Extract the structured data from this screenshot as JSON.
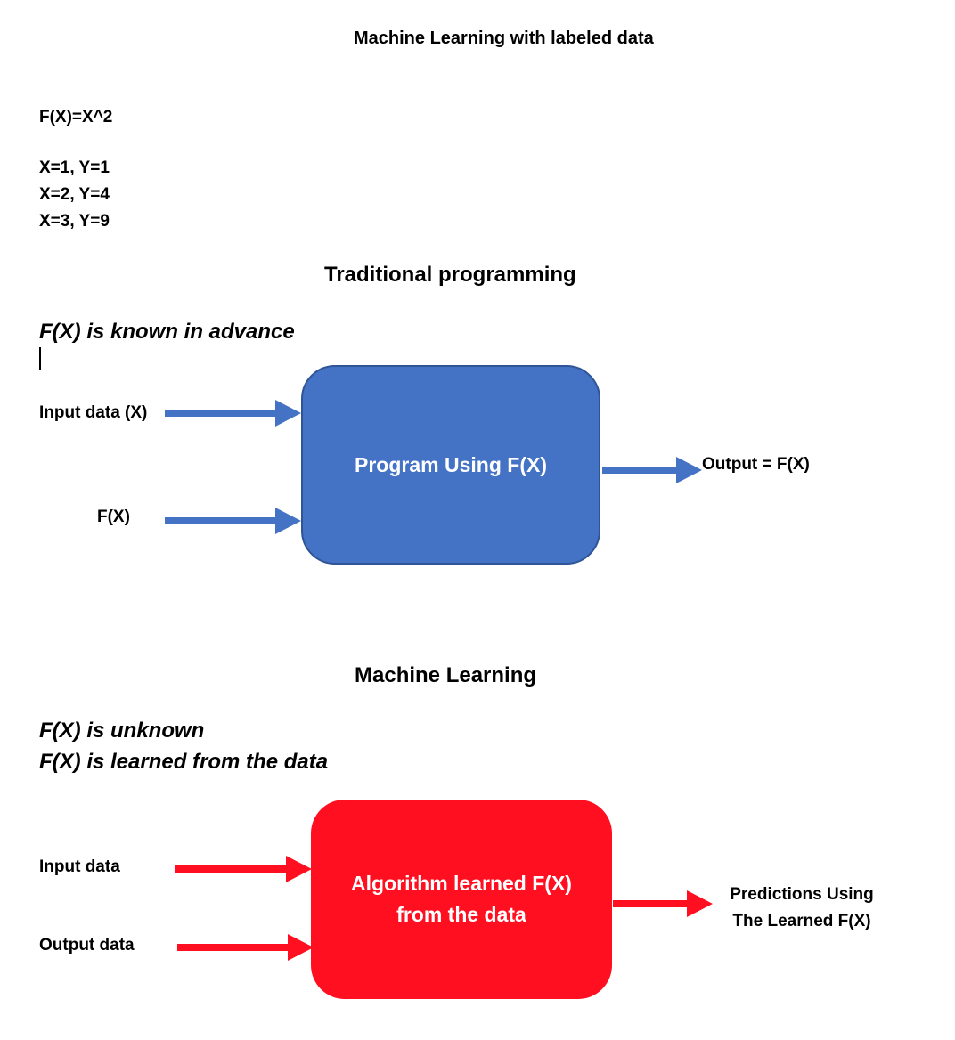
{
  "title": "Machine Learning with labeled data",
  "function_def": "F(X)=X^2",
  "examples": [
    "X=1, Y=1",
    "X=2, Y=4",
    "X=3, Y=9"
  ],
  "colors": {
    "traditional": "#4472C4",
    "ml": "#FF0F1F",
    "text": "#000000"
  },
  "traditional": {
    "heading": "Traditional programming",
    "note": "F(X) is known in advance",
    "inputs": [
      "Input data (X)",
      "F(X)"
    ],
    "box_label": "Program Using F(X)",
    "output": "Output = F(X)"
  },
  "ml": {
    "heading": "Machine Learning",
    "notes": [
      "F(X) is unknown",
      "F(X) is learned from the data"
    ],
    "inputs": [
      "Input data",
      "Output data"
    ],
    "box_label_lines": [
      "Algorithm learned F(X)",
      "from the data"
    ],
    "output_lines": [
      "Predictions Using",
      "The Learned F(X)"
    ]
  }
}
